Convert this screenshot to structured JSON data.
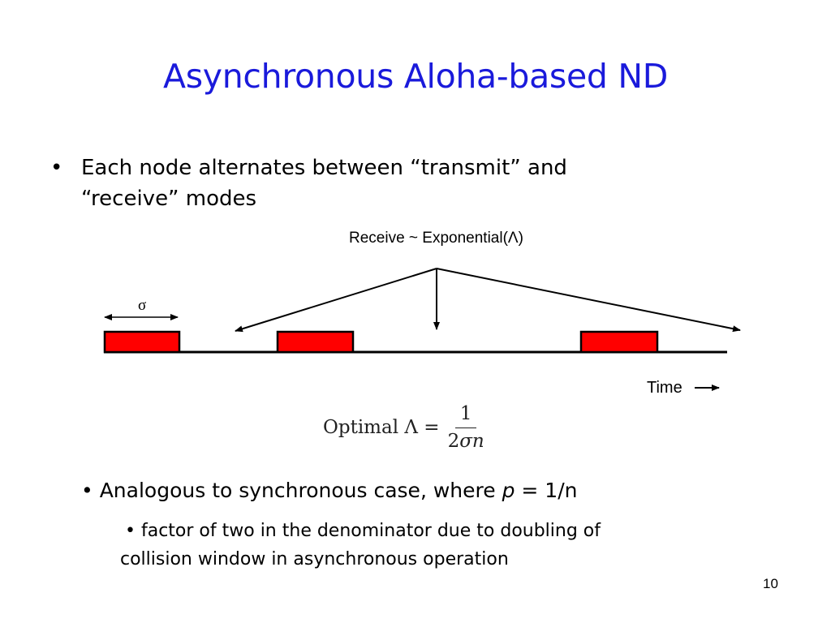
{
  "slide": {
    "title": "Asynchronous Aloha-based ND",
    "bullet1": {
      "marker": "•",
      "line1": "Each node alternates between “transmit” and",
      "line2": "“receive” modes"
    },
    "diagram": {
      "receive_label": "Receive ~ Exponential(Λ)",
      "sigma_label": "σ",
      "time_label": "Time",
      "transmit_color": "#ff0000"
    },
    "formula": {
      "lhs": "Optimal Λ =",
      "numerator": "1",
      "denominator_prefix": "2",
      "denominator_vars": "σn"
    },
    "bullet2": {
      "marker": "•",
      "prefix": "Analogous to synchronous case, where ",
      "var": "p",
      "suffix": " = 1/n"
    },
    "bullet3": {
      "marker": "•",
      "line1": " factor of two in the denominator due to doubling of",
      "line2": "collision window in asynchronous operation"
    },
    "page_number": "10"
  }
}
